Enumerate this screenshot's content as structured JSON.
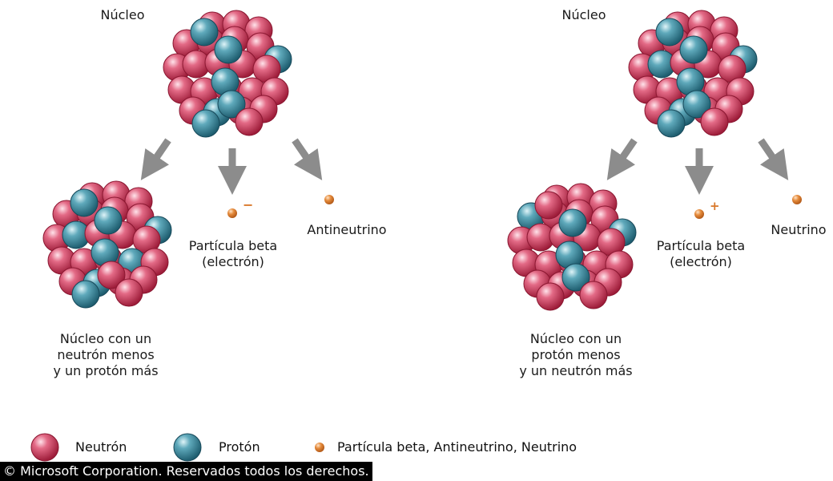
{
  "panels": [
    {
      "nucleus_label": "Núcleo",
      "daughter_label": [
        "Núcleo con un",
        "neutrón menos",
        "y un protón más"
      ],
      "beta_label": [
        "Partícula beta",
        "(electrón)"
      ],
      "beta_charge": "−",
      "other_label": "Antineutrino"
    },
    {
      "nucleus_label": "Núcleo",
      "daughter_label": [
        "Núcleo con un",
        "protón menos",
        "y un neutrón más"
      ],
      "beta_label": [
        "Partícula beta",
        "(electrón)"
      ],
      "beta_charge": "+",
      "other_label": "Neutrino"
    }
  ],
  "legend": {
    "neutron": "Neutrón",
    "proton": "Protón",
    "particles": "Partícula beta, Antineutrino, Neutrino"
  },
  "copyright": "© Microsoft Corporation. Reservados todos los derechos.",
  "colors": {
    "neutron": "#c8304f",
    "proton": "#2f8196",
    "particle": "#d9782a",
    "arrow": "#8c8c8c"
  }
}
